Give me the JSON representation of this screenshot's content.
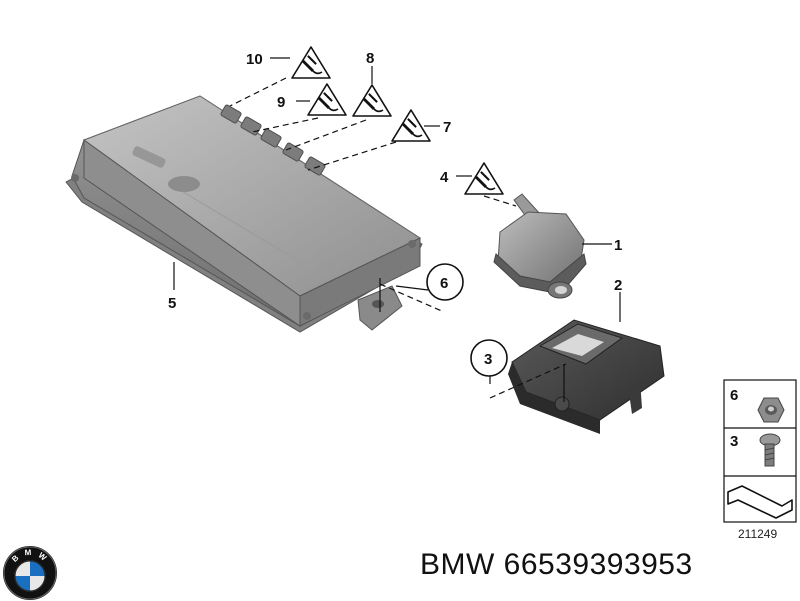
{
  "callouts": {
    "c1": "1",
    "c2": "2",
    "c3": "3",
    "c4": "4",
    "c5": "5",
    "c6": "6",
    "c7": "7",
    "c8": "8",
    "c9": "9",
    "c10": "10"
  },
  "legend": {
    "item6_number": "6",
    "item3_number": "3",
    "diagram_id": "211249"
  },
  "logo": {
    "text": "B M W"
  },
  "footer": {
    "part_label": "BMW 66539393953"
  },
  "colors": {
    "housing": "#a7a7a7",
    "bracket": "#4a4a4a",
    "line": "#111111"
  }
}
